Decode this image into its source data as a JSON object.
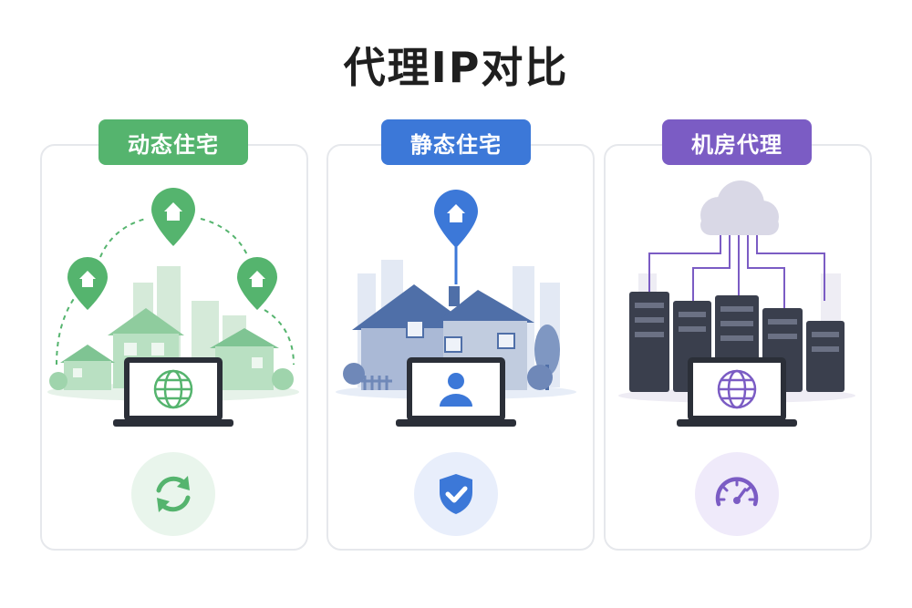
{
  "title": "代理IP对比",
  "cards": [
    {
      "label": "动态住宅",
      "accent": "#55b46e",
      "light": "#e9f5ec",
      "icon": "refresh-icon"
    },
    {
      "label": "静态住宅",
      "accent": "#3c78d8",
      "light": "#e8eefb",
      "icon": "shield-check-icon"
    },
    {
      "label": "机房代理",
      "accent": "#7b5cc4",
      "light": "#efeafa",
      "icon": "speedometer-icon"
    }
  ]
}
